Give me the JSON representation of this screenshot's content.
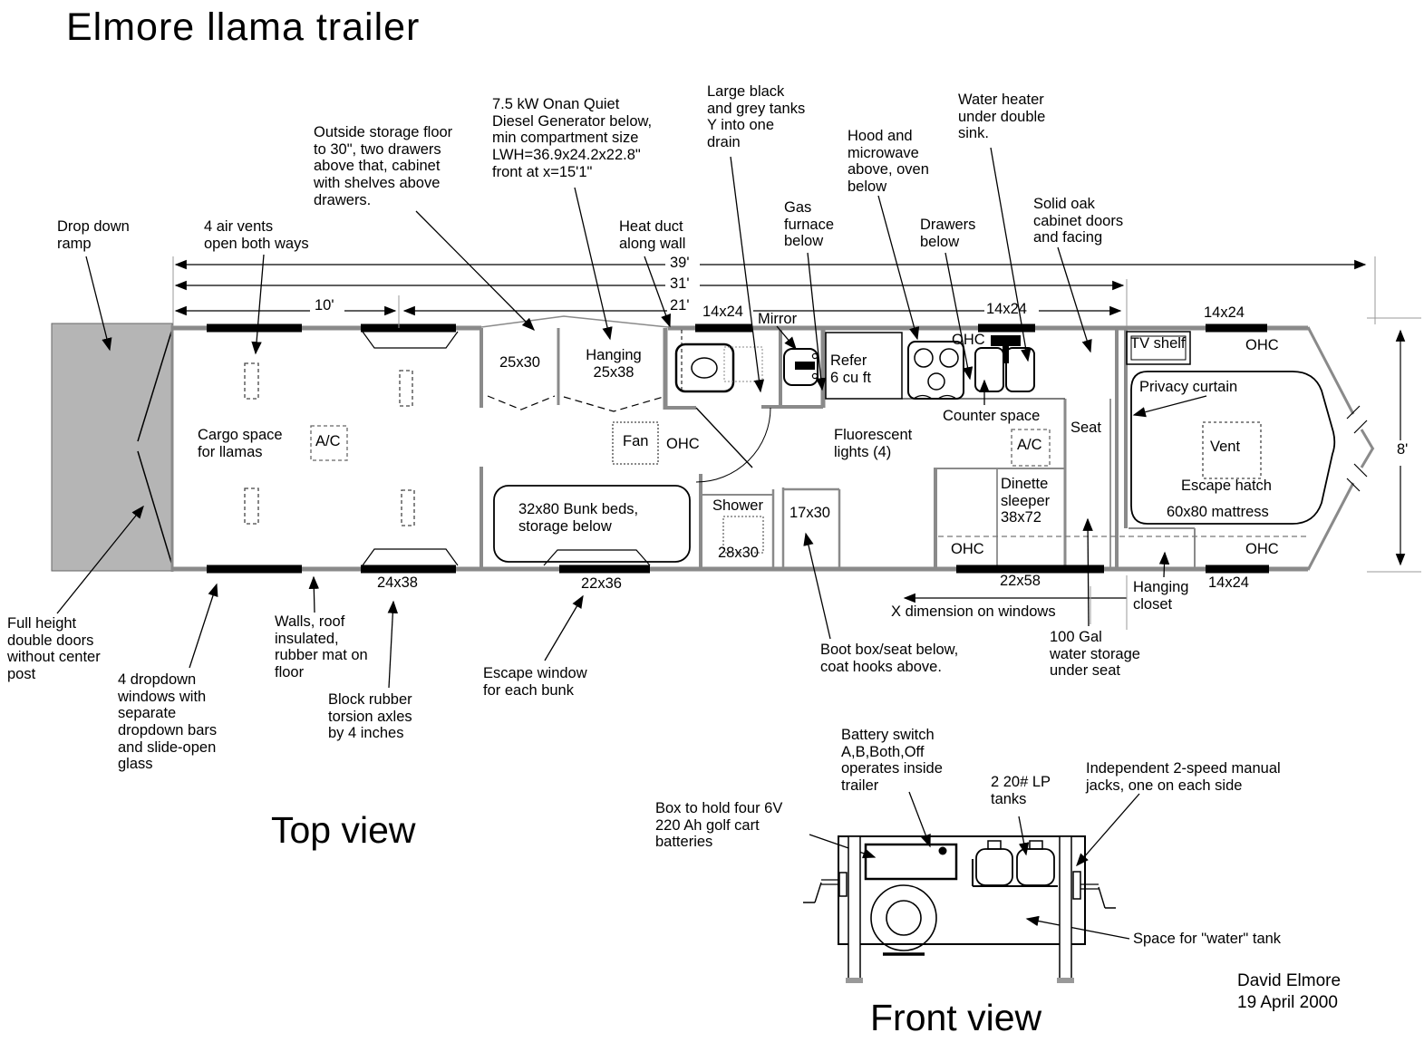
{
  "title": "Elmore llama trailer",
  "view_labels": {
    "top": "Top view",
    "front": "Front view"
  },
  "credit": "David Elmore\n19 April 2000",
  "colors": {
    "wall": "#8a8a8a",
    "ramp_fill": "#b5b5b5",
    "line": "#000000",
    "window": "#000000"
  },
  "annotations": {
    "drop_down_ramp": "Drop down\nramp",
    "air_vents": "4 air vents\nopen both ways",
    "outside_storage": "Outside storage floor\nto 30\", two drawers\nabove that, cabinet\nwith shelves above\ndrawers.",
    "generator": "7.5 kW Onan Quiet\nDiesel Generator below,\nmin compartment size\nLWH=36.9x24.2x22.8\"\nfront at x=15'1\"",
    "tanks": "Large black\nand grey tanks\nY into one\ndrain",
    "heat_duct": "Heat duct\nalong wall",
    "gas_furnace": "Gas\nfurnace\nbelow",
    "hood_microwave": "Hood and\nmicrowave\nabove, oven\nbelow",
    "drawers_below": "Drawers\nbelow",
    "water_heater": "Water heater\nunder double\nsink.",
    "solid_oak": "Solid oak\ncabinet doors\nand facing",
    "full_height_doors": "Full height\ndouble doors\nwithout center\npost",
    "dropdown_windows": "4 dropdown\nwindows with\nseparate\ndropdown bars\nand slide-open\nglass",
    "walls_roof": "Walls, roof\ninsulated,\nrubber mat on\nfloor",
    "block_rubber": "Block rubber\ntorsion axles\nby 4 inches",
    "escape_window": "Escape window\nfor each bunk",
    "boot_box": "Boot box/seat below,\ncoat hooks above.",
    "x_dimension": "X dimension on windows",
    "water_storage": "100 Gal\nwater storage\nunder seat",
    "battery_switch": "Battery switch\nA,B,Both,Off\noperates inside\ntrailer",
    "battery_box": "Box to hold four 6V\n220 Ah golf cart\nbatteries",
    "lp_tanks": "2 20# LP\ntanks",
    "jacks": "Independent 2-speed manual\njacks, one on each side",
    "water_tank_space": "Space for \"water\" tank"
  },
  "rooms": {
    "cargo": "Cargo space\nfor llamas",
    "ac": "A/C",
    "storage_25x30": "25x30",
    "hanging_25x38": "Hanging\n25x38",
    "fan": "Fan",
    "ohc": "OHC",
    "mirror": "Mirror",
    "refer": "Refer\n6 cu ft",
    "counter_space": "Counter space",
    "seat": "Seat",
    "fluorescent": "Fluorescent\nlights (4)",
    "dinette": "Dinette\nsleeper\n38x72",
    "shower": "Shower",
    "shower_28x30": "28x30",
    "boot_17x30": "17x30",
    "bunk": "32x80 Bunk beds,\nstorage below",
    "tv_shelf": "TV shelf",
    "privacy_curtain": "Privacy curtain",
    "vent": "Vent",
    "escape_hatch": "Escape hatch",
    "mattress": "60x80 mattress",
    "hanging_closet": "Hanging\ncloset"
  },
  "dimensions": {
    "len_39": "39'",
    "len_31": "31'",
    "len_21": "21'",
    "len_10": "10'",
    "height_8": "8'",
    "win_14x24": "14x24",
    "win_22x58": "22x58",
    "win_22x36": "22x36",
    "win_24x38": "24x38"
  }
}
